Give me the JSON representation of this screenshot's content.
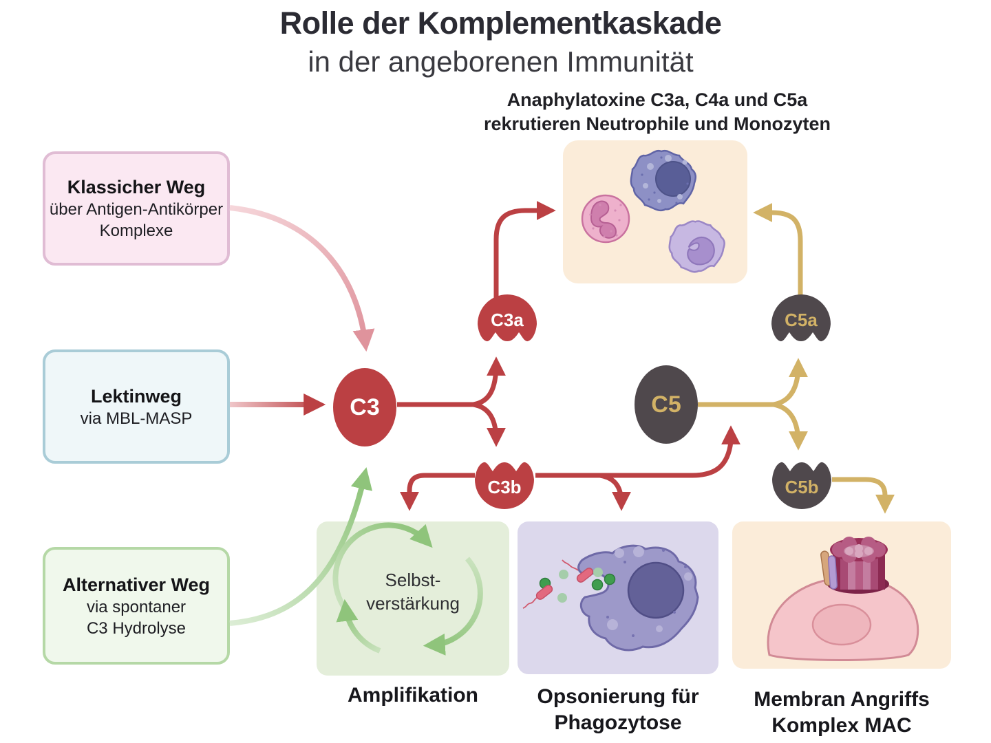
{
  "title": {
    "line1": "Rolle der Komplementkaskade",
    "line2": "in der angeborenen Immunität"
  },
  "subtitle": {
    "line1": "Anaphylatoxine C3a, C4a und C5a",
    "line2": "rekrutieren Neutrophile und Monozyten"
  },
  "pathways": {
    "classical": {
      "title": "Klassicher Weg",
      "sub1": "über Antigen-Antikörper",
      "sub2": "Komplexe"
    },
    "lectin": {
      "title": "Lektinweg",
      "sub1": "via MBL-MASP"
    },
    "alternative": {
      "title": "Alternativer Weg",
      "sub1": "via spontaner",
      "sub2": "C3 Hydrolyse"
    }
  },
  "nodes": {
    "c3": "C3",
    "c3a": "C3a",
    "c3b": "C3b",
    "c5": "C5",
    "c5a": "C5a",
    "c5b": "C5b"
  },
  "amplification": {
    "cycle_line1": "Selbst-",
    "cycle_line2": "verstärkung",
    "caption": "Amplifikation"
  },
  "opsonization": {
    "caption_line1": "Opsonierung für",
    "caption_line2": "Phagozytose"
  },
  "mac": {
    "caption_line1": "Membran Angriffs",
    "caption_line2": "Komplex MAC"
  },
  "illustrations": {
    "recruited_cells": [
      "neutrophil-cell",
      "monocyte-cell",
      "monocyte-cell"
    ],
    "amplification": "self-amplification-cycle-arrows",
    "opsonization": "macrophage-engulfing-bacteria",
    "mac": "membrane-attack-complex-pore-on-cell"
  },
  "colors": {
    "red": "#bb4043",
    "pink_arrow": "#df939c",
    "green": "#8fc47b",
    "gold": "#d2b266",
    "dark_gray": "#4f484c",
    "classical_box_bg": "#fbe8f2",
    "classical_box_border": "#e0bcd4",
    "lectin_box_bg": "#eff7f9",
    "lectin_box_border": "#a9ccd7",
    "alternative_box_bg": "#f0f8ec",
    "alternative_box_border": "#b5d8a6",
    "cells_box_bg": "#fbecd9",
    "amplification_box_bg": "#e4eeda",
    "opsonization_box_bg": "#dcd8ec",
    "mac_box_bg": "#fbecd9"
  }
}
